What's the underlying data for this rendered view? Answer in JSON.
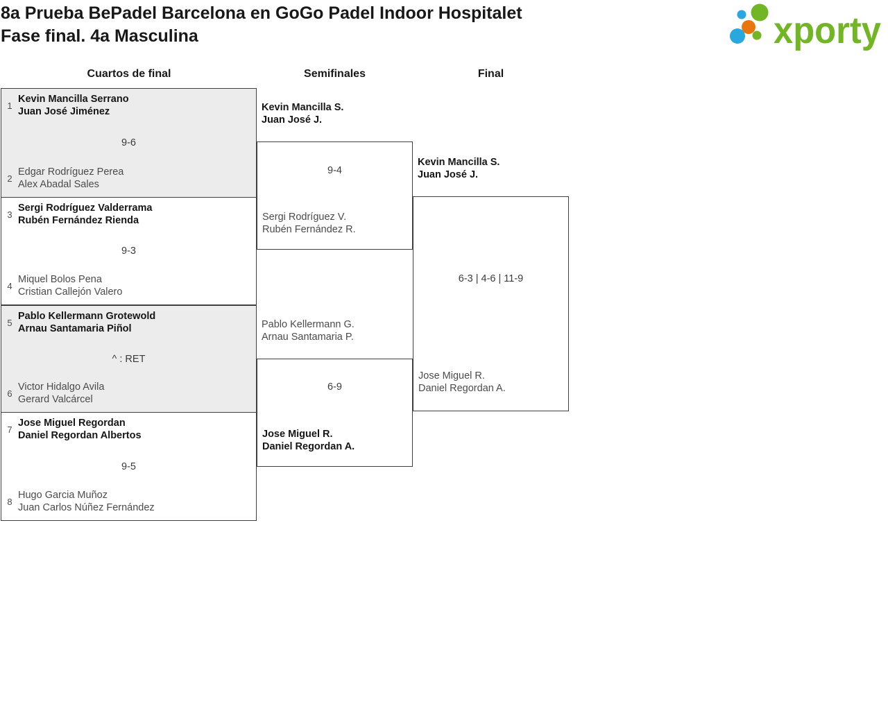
{
  "header": {
    "title_line1": "8a Prueba BePadel Barcelona en GoGo Padel Indoor Hospitalet",
    "title_line2": "Fase final. 4a Masculina",
    "logo_text": "xporty",
    "logo_colors": {
      "green": "#72b626",
      "blue": "#29a8e0",
      "orange": "#e8760e"
    }
  },
  "columns": {
    "quarterfinals": "Cuartos de final",
    "semifinals": "Semifinales",
    "final": "Final"
  },
  "bracket": {
    "quarterfinals": [
      {
        "top": {
          "seed": "1",
          "line1": "Kevin Mancilla Serrano",
          "line2": "Juan José Jiménez",
          "winner": true
        },
        "score": "9-6",
        "bottom": {
          "seed": "2",
          "line1": "Edgar Rodríguez Perea",
          "line2": "Alex Abadal Sales",
          "winner": false
        }
      },
      {
        "top": {
          "seed": "3",
          "line1": "Sergi Rodríguez Valderrama",
          "line2": "Rubén Fernández Rienda",
          "winner": true
        },
        "score": "9-3",
        "bottom": {
          "seed": "4",
          "line1": "Miquel Bolos Pena",
          "line2": "Cristian Callejón Valero",
          "winner": false
        }
      },
      {
        "top": {
          "seed": "5",
          "line1": "Pablo Kellermann Grotewold",
          "line2": "Arnau Santamaria Piñol",
          "winner": true
        },
        "score": "^ : RET",
        "bottom": {
          "seed": "6",
          "line1": "Victor Hidalgo Avila",
          "line2": "Gerard Valcárcel",
          "winner": false
        }
      },
      {
        "top": {
          "seed": "7",
          "line1": "Jose Miguel Regordan",
          "line2": "Daniel Regordan Albertos",
          "winner": true
        },
        "score": "9-5",
        "bottom": {
          "seed": "8",
          "line1": "Hugo Garcia Muñoz",
          "line2": "Juan Carlos Núñez Fernández",
          "winner": false
        }
      }
    ],
    "semifinals": [
      {
        "top": {
          "line1": "Kevin Mancilla S.",
          "line2": "Juan José J.",
          "winner": true
        },
        "score": "9-4",
        "bottom": {
          "line1": "Sergi Rodríguez V.",
          "line2": "Rubén Fernández R.",
          "winner": false
        }
      },
      {
        "top": {
          "line1": "Pablo Kellermann G.",
          "line2": "Arnau Santamaria P.",
          "winner": false
        },
        "score": "6-9",
        "bottom": {
          "line1": "Jose Miguel R.",
          "line2": "Daniel Regordan A.",
          "winner": true
        }
      }
    ],
    "final": {
      "top": {
        "line1": "Kevin Mancilla S.",
        "line2": "Juan José J.",
        "winner": true
      },
      "score": "6-3 | 4-6 | 11-9",
      "bottom": {
        "line1": "Jose Miguel R.",
        "line2": "Daniel Regordan A.",
        "winner": false
      }
    }
  }
}
